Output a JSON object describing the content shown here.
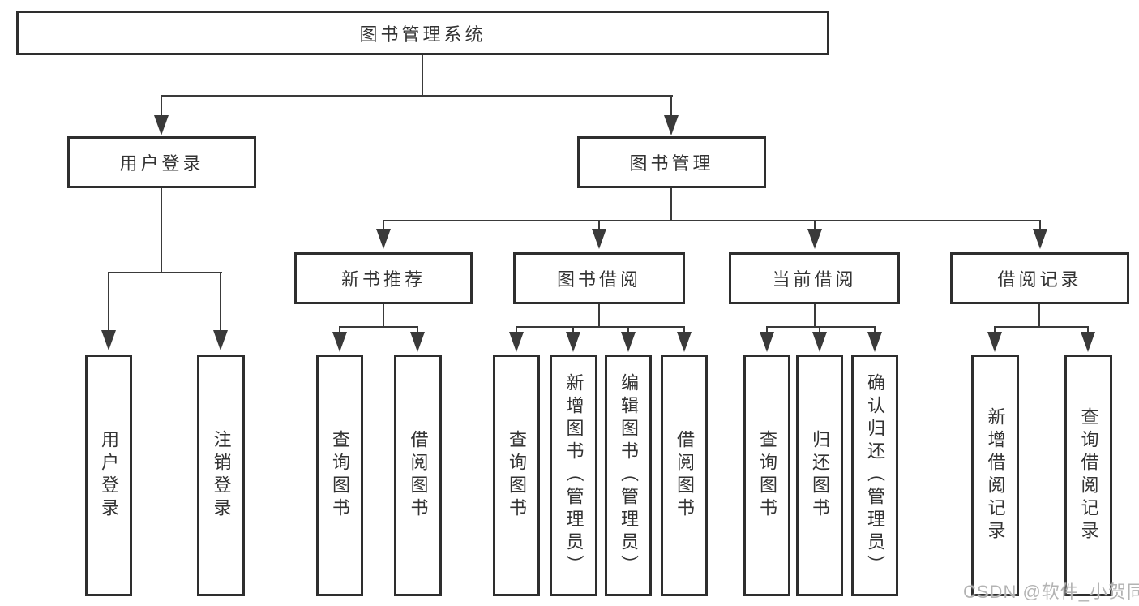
{
  "nodes": {
    "root": "图书管理系统",
    "user_login": "用户登录",
    "book_mgmt": "图书管理",
    "new_books": "新书推荐",
    "book_borrow": "图书借阅",
    "current_borrow": "当前借阅",
    "borrow_records": "借阅记录"
  },
  "leaves": {
    "login": "用户登录",
    "logout": "注销登录",
    "nb_query": "查询图书",
    "nb_borrow": "借阅图书",
    "bb_query": "查询图书",
    "bb_add": "新增图书（管理员）",
    "bb_edit": "编辑图书（管理员）",
    "bb_borrow": "借阅图书",
    "cb_query": "查询图书",
    "cb_return": "归还图书",
    "cb_confirm": "确认归还（管理员）",
    "br_add": "新增借阅记录",
    "br_query": "查询借阅记录"
  },
  "watermark": "CSDN @软件_小贺同学",
  "colors": {
    "line": "#3a3a3a",
    "border": "#2e2e2e",
    "text": "#333333",
    "watermark": "#b3b3b3",
    "background": "#ffffff"
  }
}
